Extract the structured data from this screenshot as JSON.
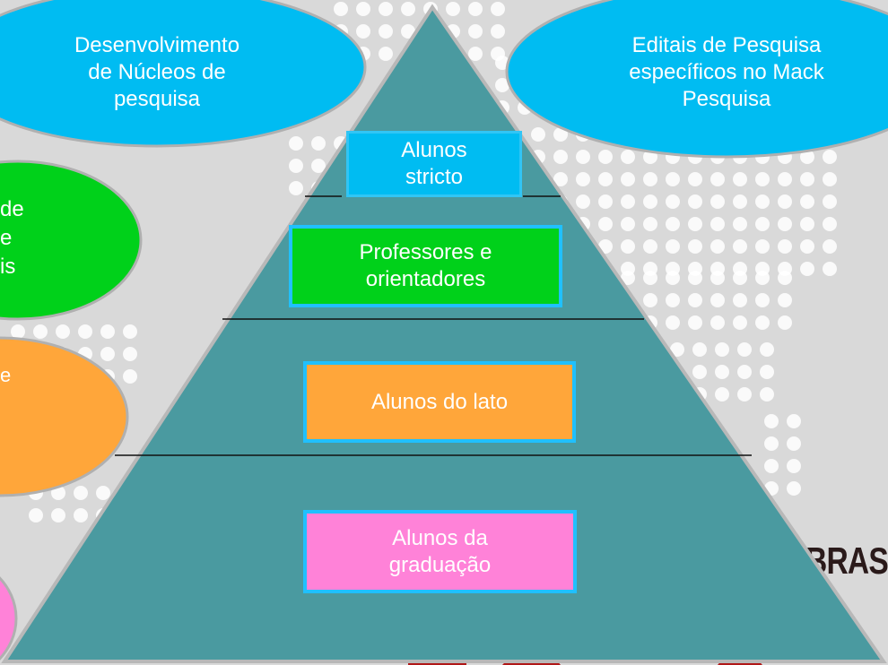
{
  "colors": {
    "background": "#d9d9d9",
    "dots": "#ffffff",
    "pyramid": "#4a9aa0",
    "pyramid_stroke": "#b8b8b8",
    "cyan": "#00bcf2",
    "green": "#00d11a",
    "orange": "#ffa63a",
    "pink": "#ff82d8",
    "box_border": "#20c0ff"
  },
  "bubbles": {
    "top_left": "Desenvolvimento\nde Núcleos de\npesquisa",
    "top_right": "Editais de Pesquisa\nespecíficos no Mack\nPesquisa",
    "green_partial": "de\ne\nis",
    "orange_partial": "e"
  },
  "pyramid": {
    "level1": "Alunos\nstricto",
    "level2": "Professores e\norientadores",
    "level3": "Alunos do lato",
    "level4": "Alunos da\ngraduação"
  },
  "background_text": {
    "brand_fragment": "BRAS"
  }
}
